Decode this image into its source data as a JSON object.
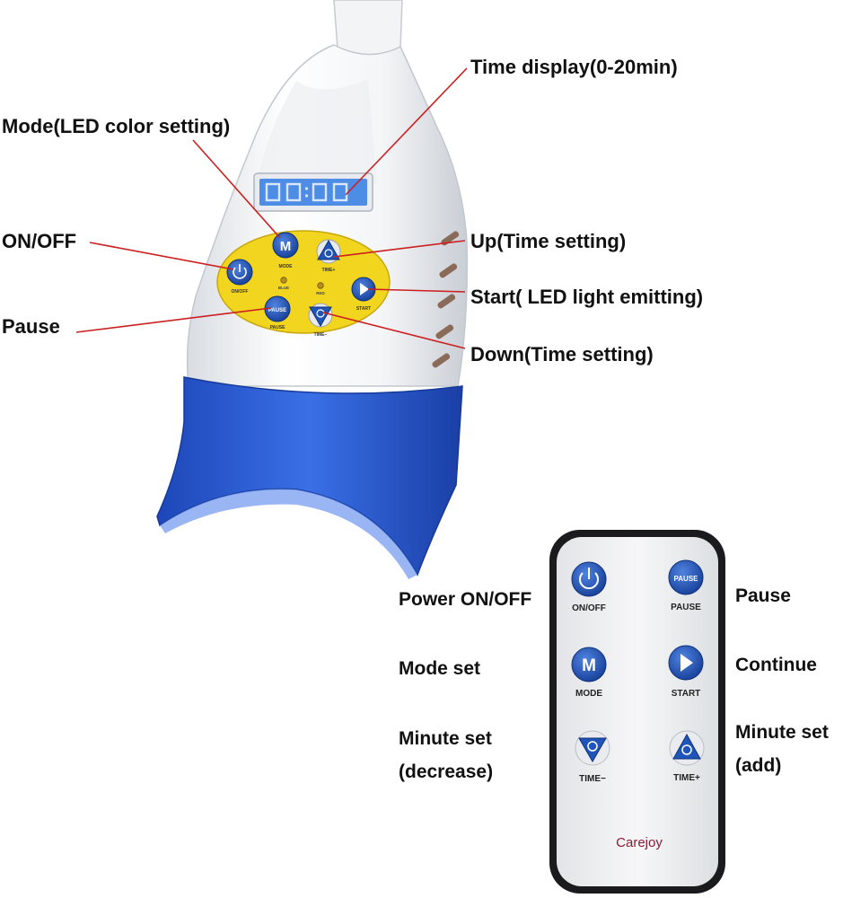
{
  "device_callouts": {
    "time_display": "Time display(0-20min)",
    "mode": "Mode(LED color setting)",
    "on_off": "ON/OFF",
    "pause": "Pause",
    "up": "Up(Time setting)",
    "start": "Start( LED light emitting)",
    "down": "Down(Time setting)"
  },
  "panel": {
    "mode_letter": "M",
    "mode_caption": "MODE",
    "time_plus_caption": "TIME+",
    "on_off_caption": "ON/OFF",
    "blue_caption": "BLUE",
    "red_caption": "RED",
    "start_caption": "START",
    "pause_letter": "PAUSE",
    "pause_caption": "PAUSE",
    "time_minus_caption": "TIME−"
  },
  "remote": {
    "on_off_caption": "ON/OFF",
    "pause_letter": "PAUSE",
    "pause_caption": "PAUSE",
    "mode_letter": "M",
    "mode_caption": "MODE",
    "start_caption": "START",
    "time_minus_caption": "TIME−",
    "time_plus_caption": "TIME+",
    "brand": "Carejoy"
  },
  "remote_labels": {
    "power": "Power ON/OFF",
    "mode_set": "Mode set",
    "minute_decrease_line1": "Minute set",
    "minute_decrease_line2": "(decrease)",
    "pause": "Pause",
    "continue": "Continue",
    "minute_add_line1": "Minute set",
    "minute_add_line2": "(add)"
  },
  "colors": {
    "button_blue": "#1e4fb0",
    "panel_yellow": "#f2d51f",
    "cup_blue": "#2a5fd6",
    "leader_red": "#cc1f1f",
    "brand_text": "#8b1a3a"
  }
}
